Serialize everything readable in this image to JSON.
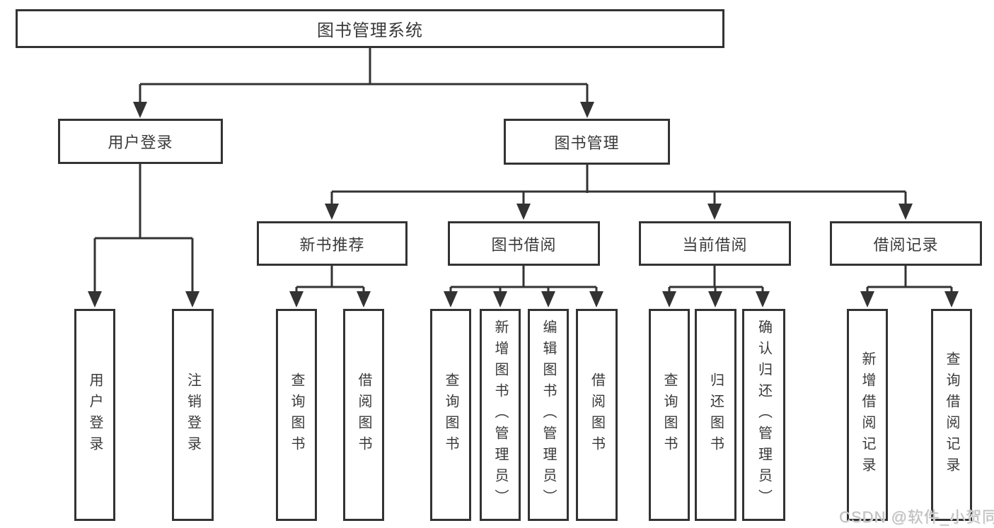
{
  "title": {
    "label": "图书管理系统"
  },
  "level2": [
    {
      "label": "用户登录"
    },
    {
      "label": "图书管理"
    }
  ],
  "level3": [
    {
      "label": "新书推荐"
    },
    {
      "label": "图书借阅"
    },
    {
      "label": "当前借阅"
    },
    {
      "label": "借阅记录"
    }
  ],
  "leaves": {
    "user_login": [
      "用户登录",
      "注销登录"
    ],
    "new_book": [
      "查询图书",
      "借阅图书"
    ],
    "book_borrow": [
      "查询图书",
      "新增图书（管理员）",
      "编辑图书（管理员）",
      "借阅图书"
    ],
    "current_borrow": [
      "查询图书",
      "归还图书",
      "确认归还（管理员）"
    ],
    "borrow_record": [
      "新增借阅记录",
      "查询借阅记录"
    ]
  },
  "watermark": "CSDN @软件_小贺同学",
  "colors": {
    "line": "#333333",
    "text": "#3a3a3a",
    "watermark": "#bfbfbf",
    "background": "#ffffff"
  }
}
